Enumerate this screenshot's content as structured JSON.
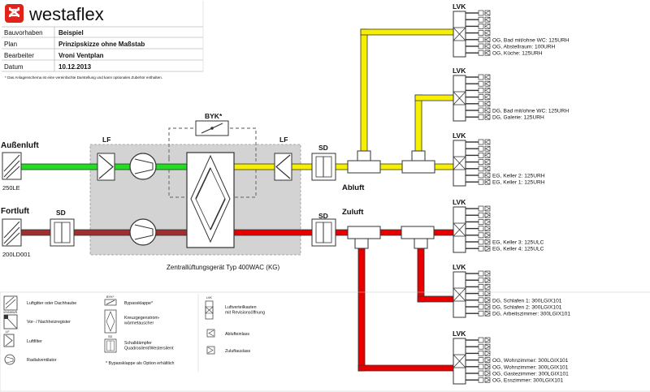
{
  "brand": "westaflex",
  "title_block": [
    {
      "key": "Bauvorhaben",
      "value": "Beispiel"
    },
    {
      "key": "Plan",
      "value": "Prinzipskizze ohne Maßstab"
    },
    {
      "key": "Bearbeiter",
      "value": "Vroni Ventplan"
    },
    {
      "key": "Datum",
      "value": "10.12.2013"
    }
  ],
  "disclaimer": "* Das Anlagenschema ist eine vereinfachte Darstellung und kann optionales Zubehör enthalten.",
  "labels": {
    "aussenluft": "Außenluft",
    "fortluft": "Fortluft",
    "grille_in": "250LE",
    "grille_out": "200LD001",
    "lf": "LF",
    "sd": "SD",
    "byk": "BYK*",
    "abluft": "Abluft",
    "zuluft": "Zuluft",
    "unit": "Zentrallüftungsgerät Typ 400WAC (KG)",
    "lvk": "LVK"
  },
  "distributors": [
    {
      "outlets": [
        "OG, Bad mit/ohne WC: 125URH",
        "OG, Abstellraum: 100URH",
        "OG, Küche: 125URH"
      ]
    },
    {
      "outlets": [
        "DG, Bad mit/ohne WC: 125URH",
        "DG, Galerie: 125URH"
      ]
    },
    {
      "outlets": [
        "EG, Keller 2: 125URH",
        "EG, Keller 1: 125URH"
      ]
    },
    {
      "outlets": [
        "EG, Keller 3: 125ULC",
        "EG, Keller 4: 125ULC"
      ]
    },
    {
      "outlets": [
        "DG, Schlafen 1: 300LGIX101",
        "DG, Schlafen 2: 300LGIX101",
        "DG, Arbeitszimmer: 300LGIX101"
      ]
    },
    {
      "outlets": [
        "OG, Wohnzimmer: 300LGIX101",
        "OG, Wohnzimmer: 300LGIX101",
        "OG, Gastezimmer: 300LGIX101",
        "OG, Esszimmer: 300LGIX101"
      ]
    }
  ],
  "legend": {
    "grille": "Luftgitter oder Dachhaube",
    "heater_tag": "VH/NHWR",
    "heater": "Vor- / Nachheizregister",
    "filter_tag": "LF",
    "filter": "Luftfilter",
    "fan": "Radialventilator",
    "byk_tag": "BYK*",
    "bypass": "Bypassklappe*",
    "hx": "Kreuzgegenstrom-\nwärmetauscher",
    "sd_tag": "SD",
    "silencer": "Schalldämpfer\nQuadrosilent/Westersilent",
    "option_note": "* Bypassklappe als Option erhältlich",
    "lvk_tag": "LVK",
    "lvk": "Luftverteilkasten\nmit Revisionsöffnung",
    "exhaust_outlet": "Ablufteinlass",
    "supply_outlet": "Zuluftauslass"
  },
  "colors": {
    "brand_red": "#e2231a",
    "extract": "#f6f000",
    "outdoor": "#22dd22",
    "exhaust": "#a03030",
    "supply": "#e80000",
    "unit_fill": "#d3d3d3"
  }
}
